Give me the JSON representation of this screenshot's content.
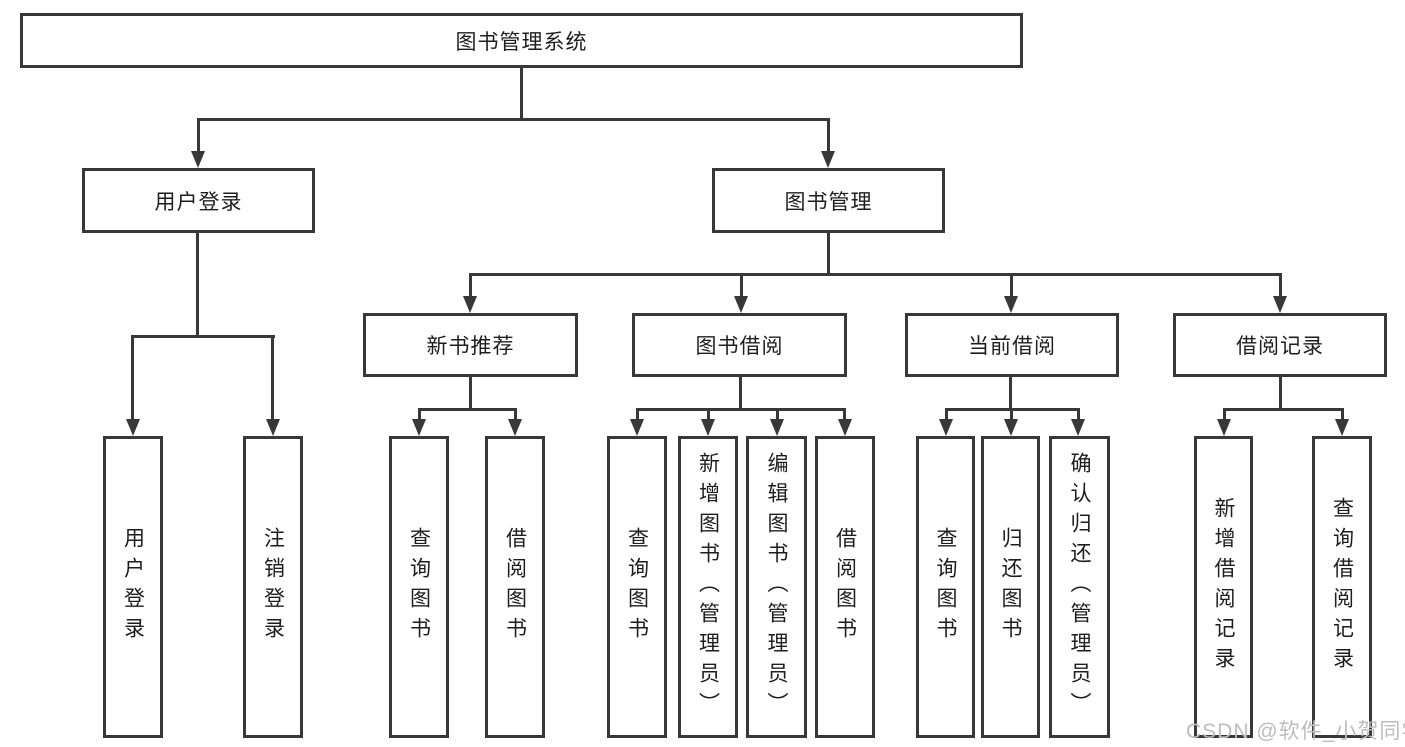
{
  "diagram": {
    "title": "图书管理系统",
    "branches": [
      {
        "label": "用户登录",
        "children": [
          "用户登录",
          "注销登录"
        ]
      },
      {
        "label": "图书管理",
        "children": [
          {
            "label": "新书推荐",
            "children": [
              "查询图书",
              "借阅图书"
            ]
          },
          {
            "label": "图书借阅",
            "children": [
              "查询图书",
              "新增图书（管理员）",
              "编辑图书（管理员）",
              "借阅图书"
            ]
          },
          {
            "label": "当前借阅",
            "children": [
              "查询图书",
              "归还图书",
              "确认归还（管理员）"
            ]
          },
          {
            "label": "借阅记录",
            "children": [
              "新增借阅记录",
              "查询借阅记录"
            ]
          }
        ]
      }
    ]
  },
  "watermark": "CSDN @软件_小贺同学",
  "colors": {
    "line": "#383838",
    "box_background": "#ffffff",
    "text": "#1e1e1e",
    "watermark": "#bdbdbd"
  }
}
